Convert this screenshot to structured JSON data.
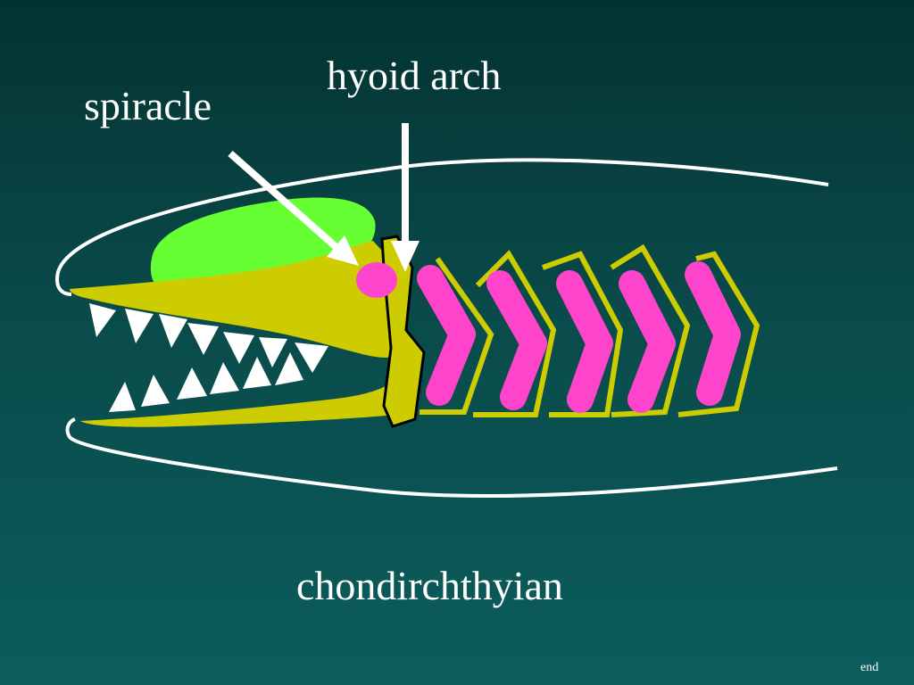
{
  "labels": {
    "spiracle": "spiracle",
    "hyoid_arch": "hyoid arch",
    "caption": "chondirchthyian"
  },
  "nav": {
    "end": "end"
  },
  "colors": {
    "background_top": "#033331",
    "background_bottom": "#0b5d5c",
    "jaw": "#cccc00",
    "braincase": "#66ff33",
    "gill_slits": "#ff44cc",
    "spiracle": "#ff44cc",
    "outline": "#ffffff",
    "teeth": "#ffffff"
  },
  "structure": {
    "gill_arch_count": 5
  }
}
